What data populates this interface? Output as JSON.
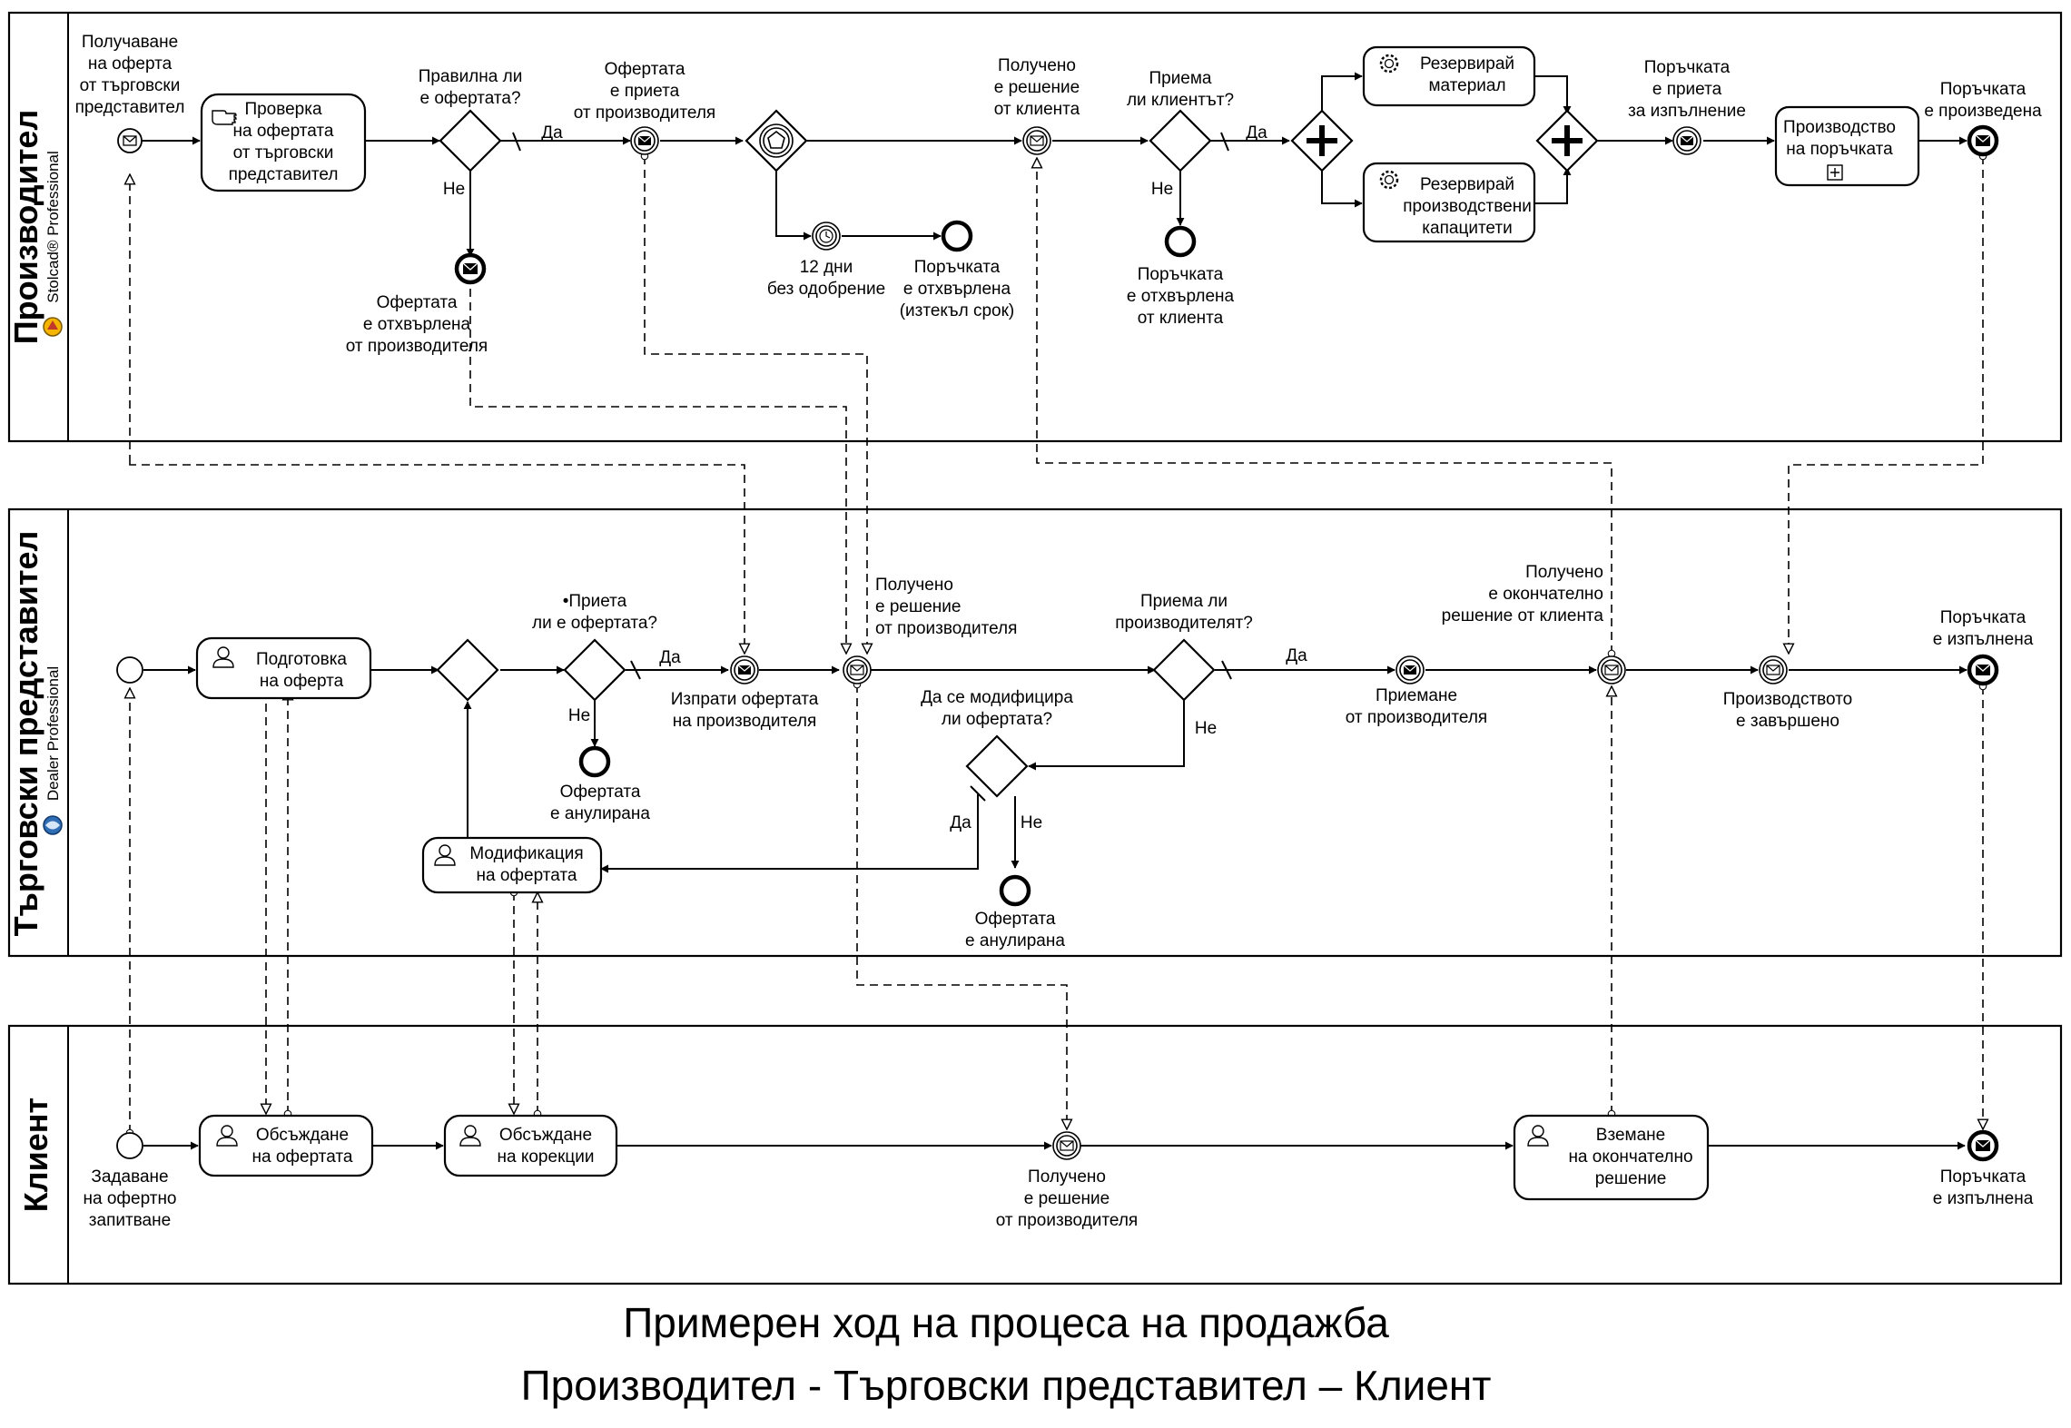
{
  "pools": {
    "manufacturer": {
      "title": "Производител",
      "brand": "Stolcad® Professional"
    },
    "dealer": {
      "title": "Търговски представител",
      "brand": "Dealer Professional"
    },
    "client": {
      "title": "Клиент"
    }
  },
  "manufacturer": {
    "start_label": [
      "Получаване",
      "на оферта",
      "от търговски",
      "представител"
    ],
    "check_task": [
      "Проверка",
      "на офертата",
      "от търговски",
      "представител"
    ],
    "gw_valid": [
      "Правилна ли",
      "е офертата?"
    ],
    "gw_valid_yes": "Да",
    "gw_valid_no": "Не",
    "rejected_end": [
      "Офертата",
      "е отхвърлена",
      "от производителя"
    ],
    "accepted_event": [
      "Офертата",
      "е приета",
      "от производителя"
    ],
    "timer_event": [
      "12 дни",
      "без одобрение"
    ],
    "expired_end": [
      "Поръчката",
      "е отхвърлена",
      "(изтекъл срок)"
    ],
    "decision_event": [
      "Получено",
      "е решение",
      "от клиента"
    ],
    "gw_client": [
      "Приема",
      "ли клиентът?"
    ],
    "gw_client_yes": "Да",
    "gw_client_no": "Не",
    "client_rejected_end": [
      "Поръчката",
      "е отхвърлена",
      "от клиента"
    ],
    "reserve_material": [
      "Резервирай",
      "материал"
    ],
    "reserve_capacity": [
      "Резервирай",
      "производствени",
      "капацитети"
    ],
    "order_accepted": [
      "Поръчката",
      "е приета",
      "за изпълнение"
    ],
    "production_task": [
      "Производство",
      "на поръчката"
    ],
    "produced_end": [
      "Поръчката",
      "е произведена"
    ]
  },
  "dealer": {
    "prepare_task": [
      "Подготовка",
      "на оферта"
    ],
    "gw_accepted": [
      "•Приета",
      "ли е офертата?"
    ],
    "gw_accepted_yes": "Да",
    "gw_accepted_no": "Не",
    "cancel_end_1": [
      "Офертата",
      "е анулирана"
    ],
    "send_event": [
      "Изпрати офертата",
      "на производителя"
    ],
    "receive_decision": [
      "Получено",
      "е решение",
      "от производителя"
    ],
    "gw_modify": [
      "Да се модифицира",
      "ли офертата?"
    ],
    "gw_modify_yes": "Да",
    "gw_modify_no": "Не",
    "cancel_end_2": [
      "Офертата",
      "е анулирана"
    ],
    "modify_task": [
      "Модификация",
      "на офертата"
    ],
    "gw_mfr": [
      "Приема ли",
      "производителят?"
    ],
    "gw_mfr_yes": "Да",
    "gw_mfr_no": "Не",
    "accept_event": [
      "Приемане",
      "от производителя"
    ],
    "final_decision_event": [
      "Получено",
      "е окончателно",
      "решение от клиента"
    ],
    "production_done": [
      "Производството",
      "е завършено"
    ],
    "fulfilled_end": [
      "Поръчката",
      "е изпълнена"
    ]
  },
  "client": {
    "start_label": [
      "Задаване",
      "на офертно",
      "запитване"
    ],
    "discuss_offer": [
      "Обсъждане",
      "на офертата"
    ],
    "discuss_corrections": [
      "Обсъждане",
      "на корекции"
    ],
    "received_decision": [
      "Получено",
      "е решение",
      "от производителя"
    ],
    "final_decision_task": [
      "Вземане",
      "на окончателно",
      "решение"
    ],
    "fulfilled_end": [
      "Поръчката",
      "е изпълнена"
    ]
  },
  "caption": {
    "line1": "Примерен ход на процеса на продажба",
    "line2": "Производител - Търговски представител – Клиент"
  }
}
